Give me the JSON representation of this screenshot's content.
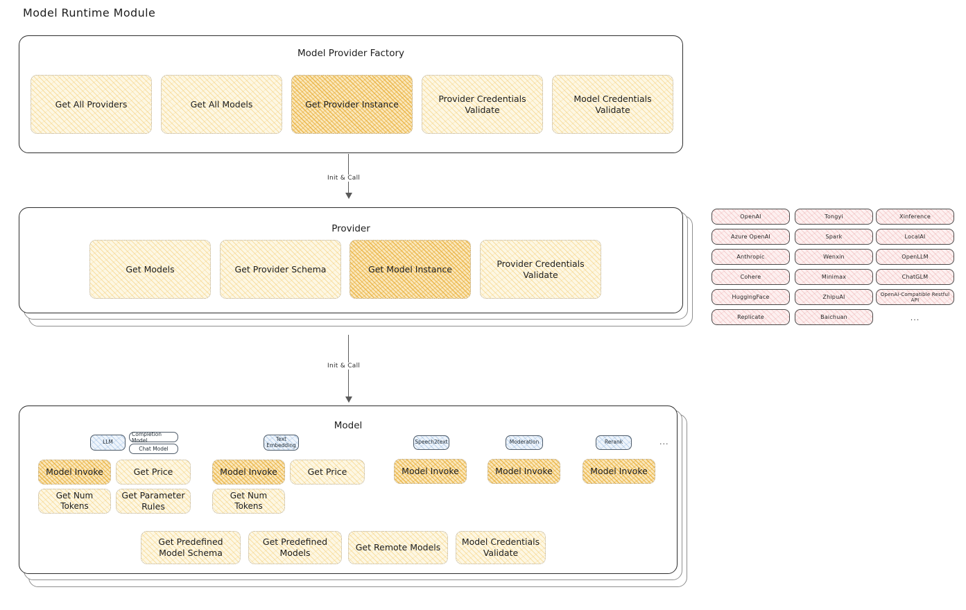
{
  "page": {
    "title": "Model Runtime Module"
  },
  "factory": {
    "title": "Model Provider Factory",
    "methods": [
      {
        "label": "Get All Providers",
        "highlighted": false
      },
      {
        "label": "Get All Models",
        "highlighted": false
      },
      {
        "label": "Get Provider Instance",
        "highlighted": true
      },
      {
        "label": "Provider Credentials Validate",
        "highlighted": false
      },
      {
        "label": "Model Credentials Validate",
        "highlighted": false
      }
    ]
  },
  "arrows": [
    {
      "label": "Init & Call"
    },
    {
      "label": "Init & Call"
    }
  ],
  "provider": {
    "title": "Provider",
    "methods": [
      {
        "label": "Get Models",
        "highlighted": false
      },
      {
        "label": "Get Provider Schema",
        "highlighted": false
      },
      {
        "label": "Get Model Instance",
        "highlighted": true
      },
      {
        "label": "Provider Credentials Validate",
        "highlighted": false
      }
    ]
  },
  "provider_list": {
    "columns": [
      [
        "OpenAI",
        "Azure OpenAI",
        "Anthropic",
        "Cohere",
        "HuggingFace",
        "Replicate"
      ],
      [
        "Tongyi",
        "Spark",
        "Wenxin",
        "Minimax",
        "ZhipuAI",
        "Baichuan"
      ],
      [
        "Xinference",
        "LocalAI",
        "OpenLLM",
        "ChatGLM",
        "OpenAI-Compatible Restful API"
      ]
    ],
    "ellipsis": "..."
  },
  "model": {
    "title": "Model",
    "ellipsis": "...",
    "types": [
      {
        "name": "LLM",
        "subtags": [
          "Completion Model",
          "Chat Model"
        ],
        "methods": [
          {
            "label": "Model Invoke",
            "highlighted": true
          },
          {
            "label": "Get Price",
            "highlighted": false
          },
          {
            "label": "Get Num Tokens",
            "highlighted": false
          },
          {
            "label": "Get Parameter Rules",
            "highlighted": false
          }
        ]
      },
      {
        "name": "Text Embedding",
        "subtags": [],
        "methods": [
          {
            "label": "Model Invoke",
            "highlighted": true
          },
          {
            "label": "Get Price",
            "highlighted": false
          },
          {
            "label": "Get Num Tokens",
            "highlighted": false
          }
        ]
      },
      {
        "name": "Speech2text",
        "subtags": [],
        "methods": [
          {
            "label": "Model Invoke",
            "highlighted": true
          }
        ]
      },
      {
        "name": "Moderation",
        "subtags": [],
        "methods": [
          {
            "label": "Model Invoke",
            "highlighted": true
          }
        ]
      },
      {
        "name": "Rerank",
        "subtags": [],
        "methods": [
          {
            "label": "Model Invoke",
            "highlighted": true
          }
        ]
      }
    ],
    "common_methods": [
      {
        "label": "Get Predefined Model Schema"
      },
      {
        "label": "Get Predefined Models"
      },
      {
        "label": "Get Remote Models"
      },
      {
        "label": "Model Credentials Validate"
      }
    ]
  },
  "colors": {
    "amber_fill": "#fdf7e3",
    "amber_highlight": "#fae7bb",
    "pink_fill": "#fdf0f0",
    "blue_fill": "#eef4fb",
    "stroke": "#2b2b2b"
  }
}
